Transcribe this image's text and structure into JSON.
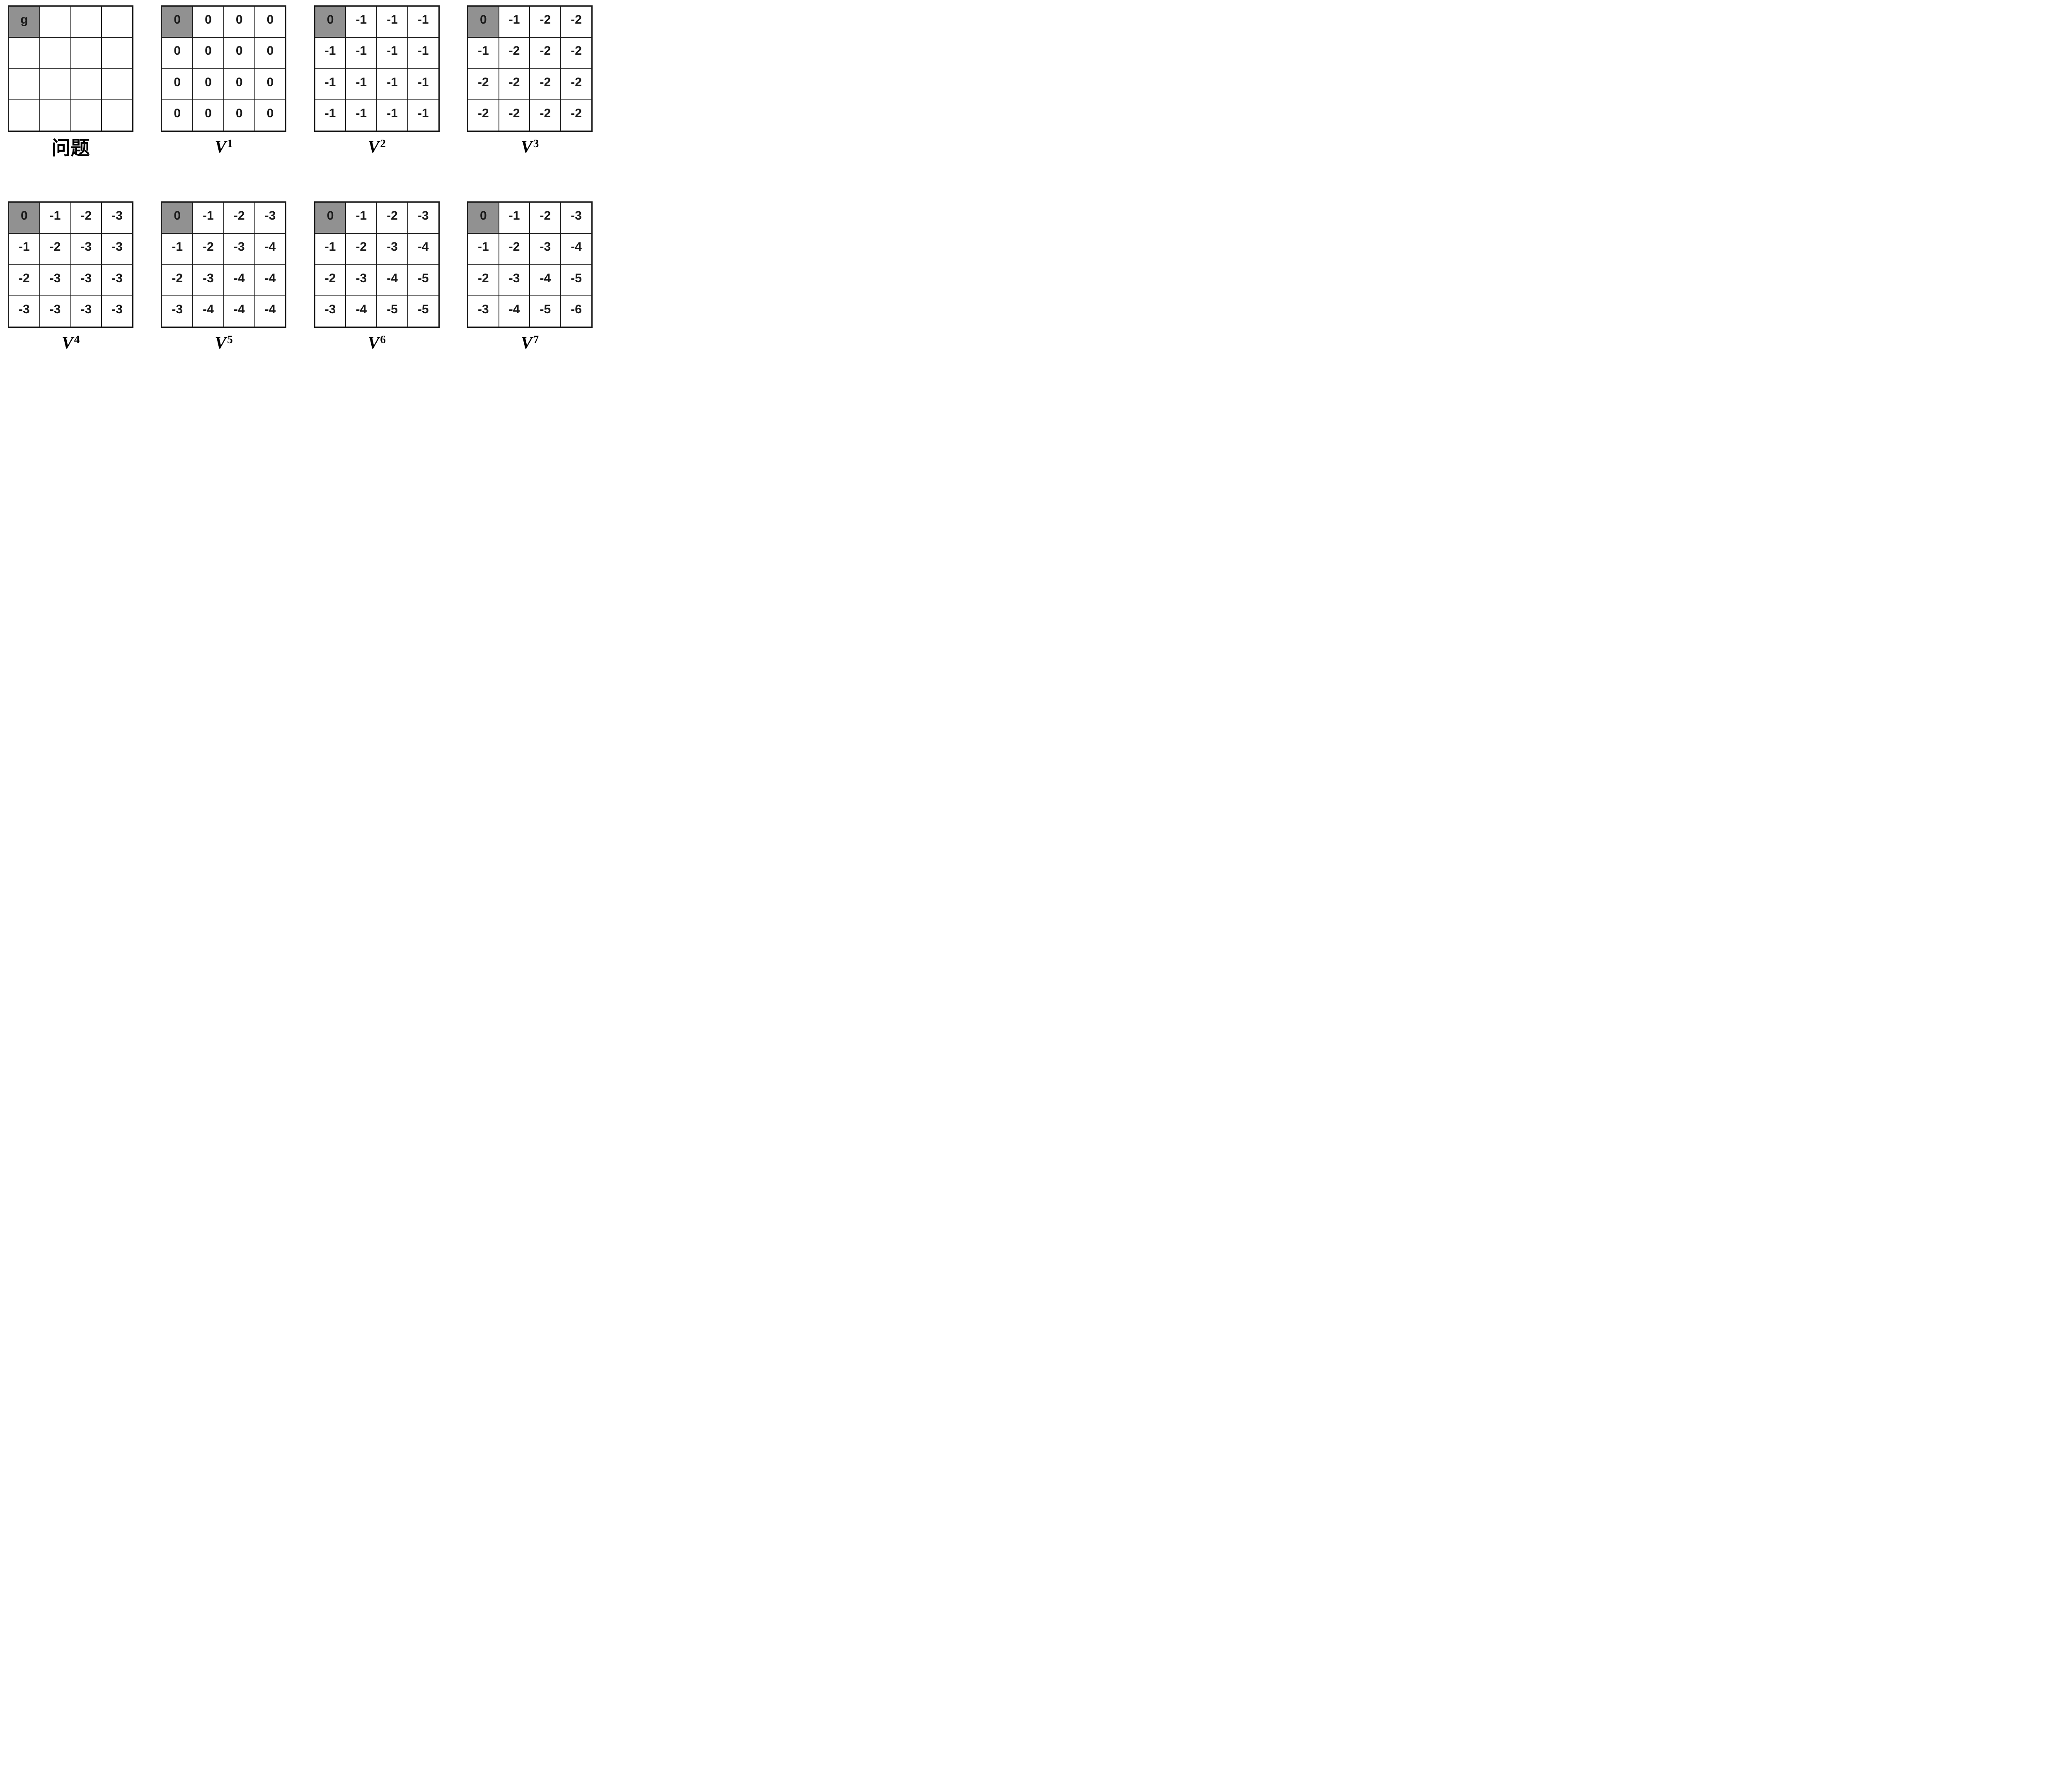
{
  "diagram": {
    "type": "gridworld-value-iteration",
    "grid_rows": 4,
    "grid_cols": 4
  },
  "colors": {
    "background": "#ffffff",
    "grid_border": "#1a1a1a",
    "cell_background": "#ffffff",
    "goal_cell_background": "#919191",
    "text": "#1a1a1a"
  },
  "figures": [
    {
      "id": "problem",
      "caption": {
        "text": "问题"
      },
      "goal": {
        "row": 0,
        "col": 0
      },
      "cells": [
        [
          "g",
          "",
          "",
          ""
        ],
        [
          "",
          "",
          "",
          ""
        ],
        [
          "",
          "",
          "",
          ""
        ],
        [
          "",
          "",
          "",
          ""
        ]
      ]
    },
    {
      "id": "v1",
      "caption": {
        "base": "V",
        "sub": "1"
      },
      "goal": {
        "row": 0,
        "col": 0
      },
      "cells": [
        [
          "0",
          "0",
          "0",
          "0"
        ],
        [
          "0",
          "0",
          "0",
          "0"
        ],
        [
          "0",
          "0",
          "0",
          "0"
        ],
        [
          "0",
          "0",
          "0",
          "0"
        ]
      ]
    },
    {
      "id": "v2",
      "caption": {
        "base": "V",
        "sub": "2"
      },
      "goal": {
        "row": 0,
        "col": 0
      },
      "cells": [
        [
          "0",
          "-1",
          "-1",
          "-1"
        ],
        [
          "-1",
          "-1",
          "-1",
          "-1"
        ],
        [
          "-1",
          "-1",
          "-1",
          "-1"
        ],
        [
          "-1",
          "-1",
          "-1",
          "-1"
        ]
      ]
    },
    {
      "id": "v3",
      "caption": {
        "base": "V",
        "sub": "3"
      },
      "goal": {
        "row": 0,
        "col": 0
      },
      "cells": [
        [
          "0",
          "-1",
          "-2",
          "-2"
        ],
        [
          "-1",
          "-2",
          "-2",
          "-2"
        ],
        [
          "-2",
          "-2",
          "-2",
          "-2"
        ],
        [
          "-2",
          "-2",
          "-2",
          "-2"
        ]
      ]
    },
    {
      "id": "v4",
      "caption": {
        "base": "V",
        "sub": "4"
      },
      "goal": {
        "row": 0,
        "col": 0
      },
      "cells": [
        [
          "0",
          "-1",
          "-2",
          "-3"
        ],
        [
          "-1",
          "-2",
          "-3",
          "-3"
        ],
        [
          "-2",
          "-3",
          "-3",
          "-3"
        ],
        [
          "-3",
          "-3",
          "-3",
          "-3"
        ]
      ]
    },
    {
      "id": "v5",
      "caption": {
        "base": "V",
        "sub": "5"
      },
      "goal": {
        "row": 0,
        "col": 0
      },
      "cells": [
        [
          "0",
          "-1",
          "-2",
          "-3"
        ],
        [
          "-1",
          "-2",
          "-3",
          "-4"
        ],
        [
          "-2",
          "-3",
          "-4",
          "-4"
        ],
        [
          "-3",
          "-4",
          "-4",
          "-4"
        ]
      ]
    },
    {
      "id": "v6",
      "caption": {
        "base": "V",
        "sub": "6"
      },
      "goal": {
        "row": 0,
        "col": 0
      },
      "cells": [
        [
          "0",
          "-1",
          "-2",
          "-3"
        ],
        [
          "-1",
          "-2",
          "-3",
          "-4"
        ],
        [
          "-2",
          "-3",
          "-4",
          "-5"
        ],
        [
          "-3",
          "-4",
          "-5",
          "-5"
        ]
      ]
    },
    {
      "id": "v7",
      "caption": {
        "base": "V",
        "sub": "7"
      },
      "goal": {
        "row": 0,
        "col": 0
      },
      "cells": [
        [
          "0",
          "-1",
          "-2",
          "-3"
        ],
        [
          "-1",
          "-2",
          "-3",
          "-4"
        ],
        [
          "-2",
          "-3",
          "-4",
          "-5"
        ],
        [
          "-3",
          "-4",
          "-5",
          "-6"
        ]
      ]
    }
  ]
}
